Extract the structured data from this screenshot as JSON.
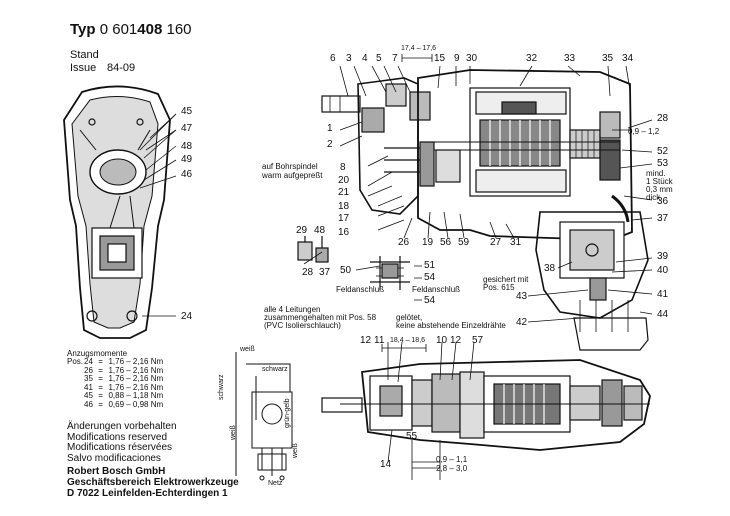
{
  "header": {
    "typ_label": "Typ",
    "type_number_prefix": "0 601",
    "type_number_bold": "408",
    "type_number_suffix": "160",
    "stand_label": "Stand",
    "issue_label": "Issue",
    "issue_value": "84-09"
  },
  "dimensions": {
    "top": "17,4 – 17,6",
    "bottom": "18,4 – 18,6",
    "gap1": "0,9 – 1,1",
    "gap2": "2,8 – 3,0",
    "brush_gap": "0,9 – 1,2"
  },
  "notes": {
    "bohrspindel_1": "auf Bohrspindel",
    "bohrspindel_2": "warm aufgepreßt",
    "mind_1": "mind.",
    "mind_2": "1 Stück",
    "mind_3": "0,3 mm",
    "mind_4": "dick",
    "gesichert_1": "gesichert mit",
    "gesichert_2": "Pos. 615",
    "feldanschluss_left": "Feldanschluß",
    "feldanschluss_right": "Feldanschluß",
    "leitungen_1": "alle 4 Leitungen",
    "leitungen_2": "zusammengehalten mit Pos. 58",
    "leitungen_3": "(PVC Isolierschlauch)",
    "geloetet_1": "gelötet,",
    "geloetet_2": "keine abstehende Einzeldrähte"
  },
  "torque": {
    "heading": "Anzugsmomente",
    "pos_label": "Pos.",
    "rows": [
      {
        "pos": "24",
        "eq": "=",
        "value": "1,76 – 2,16 Nm"
      },
      {
        "pos": "26",
        "eq": "=",
        "value": "1,76 – 2,16 Nm"
      },
      {
        "pos": "35",
        "eq": "=",
        "value": "1,76 – 2,16 Nm"
      },
      {
        "pos": "41",
        "eq": "=",
        "value": "1,76 – 2,16 Nm"
      },
      {
        "pos": "45",
        "eq": "=",
        "value": "0,88 – 1,18 Nm"
      },
      {
        "pos": "46",
        "eq": "=",
        "value": "0,69 – 0,98 Nm"
      }
    ]
  },
  "modifications": [
    "Änderungen vorbehalten",
    "Modifications reserved",
    "Modifications réservées",
    "Salvo modificaciones"
  ],
  "company": [
    "Robert Bosch GmbH",
    "Geschäftsbereich Elektrowerkzeuge",
    "D 7022 Leinfelden-Echterdingen 1"
  ],
  "wiring": {
    "weiss_top": "weiß",
    "schwarz_top": "schwarz",
    "schwarz_side": "schwarz",
    "weiss_side": "weiß",
    "gruen_gelb": "grün-gelb",
    "weiss_bottom": "weiß",
    "netz": "Netz"
  },
  "callouts": {
    "c1": "1",
    "c2": "2",
    "c3": "3",
    "c4": "4",
    "c5": "5",
    "c6": "6",
    "c7": "7",
    "c8": "8",
    "c9": "9",
    "c10": "10",
    "c11": "11",
    "c12a": "12",
    "c12b": "12",
    "c14": "14",
    "c15": "15",
    "c16": "16",
    "c17": "17",
    "c18": "18",
    "c19": "19",
    "c20": "20",
    "c21": "21",
    "c24": "24",
    "c26": "26",
    "c27": "27",
    "c28a": "28",
    "c28b": "28",
    "c29": "29",
    "c30": "30",
    "c31": "31",
    "c32": "32",
    "c33": "33",
    "c34": "34",
    "c35": "35",
    "c36": "36",
    "c37a": "37",
    "c37b": "37",
    "c38": "38",
    "c39": "39",
    "c40": "40",
    "c41": "41",
    "c42": "42",
    "c43": "43",
    "c44": "44",
    "c45": "45",
    "c46": "46",
    "c47": "47",
    "c48a": "48",
    "c48b": "48",
    "c49": "49",
    "c50": "50",
    "c51": "51",
    "c52": "52",
    "c53": "53",
    "c54a": "54",
    "c54b": "54",
    "c55": "55",
    "c56": "56",
    "c57": "57",
    "c59": "59"
  }
}
